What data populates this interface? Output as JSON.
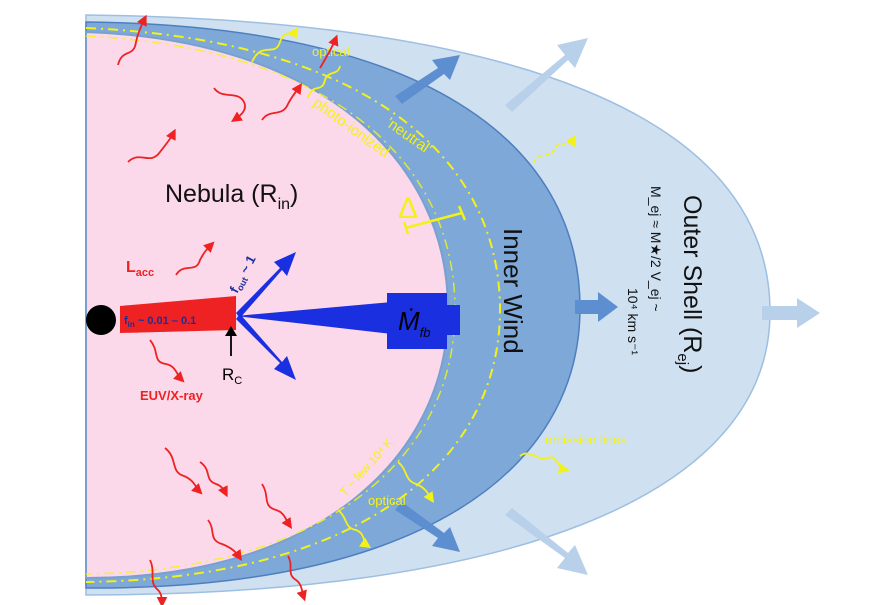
{
  "regions": {
    "nebula": {
      "main": "Nebula (R",
      "sub": "in",
      "close": ")"
    },
    "inner_wind": "Inner Wind",
    "outer_shell": {
      "main": "Outer Shell (R",
      "sub": "ej",
      "close": ")"
    }
  },
  "shell_labels": {
    "neutral": "'neutral'",
    "photo_ionized": "photo-ionized",
    "delta": "Δ",
    "temperature": "T ~ few 10⁴ K",
    "optical_top": "optical",
    "optical_bottom": "optical",
    "emission_lines": "emission lines"
  },
  "outer_shell_eqs": {
    "line1": "M_ej ≈ M★/2  V_ej ~",
    "line2": "10⁴ km s⁻¹"
  },
  "flows": {
    "f_out": {
      "main": "f",
      "sub": "out",
      "rest": " ~ 1"
    },
    "f_in": {
      "main": "f",
      "sub": "in",
      "rest": " ~ 0.01 – 0.1"
    },
    "mdot": {
      "main": "Ṁ",
      "sub": "fb"
    }
  },
  "source_labels": {
    "l_acc": {
      "main": "L",
      "sub": "acc"
    },
    "euv": "EUV/X-ray",
    "rc": {
      "main": "R",
      "sub": "C"
    }
  },
  "colors": {
    "nebula_fill": "#fbd9ea",
    "inner_wind_fill": "#7ea8d8",
    "outer_shell_fill": "#cfe0f1",
    "mdot_blue": "#1a2fe0",
    "red": "#ee2222",
    "yellow": "#f2f21a"
  }
}
